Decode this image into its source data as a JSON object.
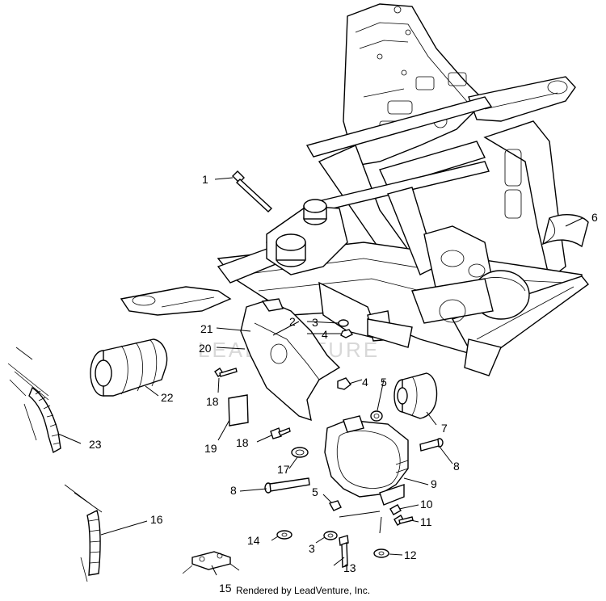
{
  "watermark": "LEADVENTURE",
  "credit": "Rendered by LeadVenture, Inc.",
  "callouts": [
    {
      "id": "c1",
      "label": "1"
    },
    {
      "id": "c2",
      "label": "2"
    },
    {
      "id": "c3a",
      "label": "3"
    },
    {
      "id": "c4a",
      "label": "4"
    },
    {
      "id": "c4b",
      "label": "4"
    },
    {
      "id": "c5a",
      "label": "5"
    },
    {
      "id": "c6",
      "label": "6"
    },
    {
      "id": "c7",
      "label": "7"
    },
    {
      "id": "c8a",
      "label": "8"
    },
    {
      "id": "c8b",
      "label": "8"
    },
    {
      "id": "c9",
      "label": "9"
    },
    {
      "id": "c10",
      "label": "10"
    },
    {
      "id": "c11",
      "label": "11"
    },
    {
      "id": "c12",
      "label": "12"
    },
    {
      "id": "c13",
      "label": "13"
    },
    {
      "id": "c14",
      "label": "14"
    },
    {
      "id": "c15",
      "label": "15"
    },
    {
      "id": "c16",
      "label": "16"
    },
    {
      "id": "c17",
      "label": "17"
    },
    {
      "id": "c18a",
      "label": "18"
    },
    {
      "id": "c18b",
      "label": "18"
    },
    {
      "id": "c19",
      "label": "19"
    },
    {
      "id": "c20",
      "label": "20"
    },
    {
      "id": "c21",
      "label": "21"
    },
    {
      "id": "c22",
      "label": "22"
    },
    {
      "id": "c23",
      "label": "23"
    },
    {
      "id": "c3b",
      "label": "3"
    },
    {
      "id": "c5b",
      "label": "5"
    }
  ]
}
